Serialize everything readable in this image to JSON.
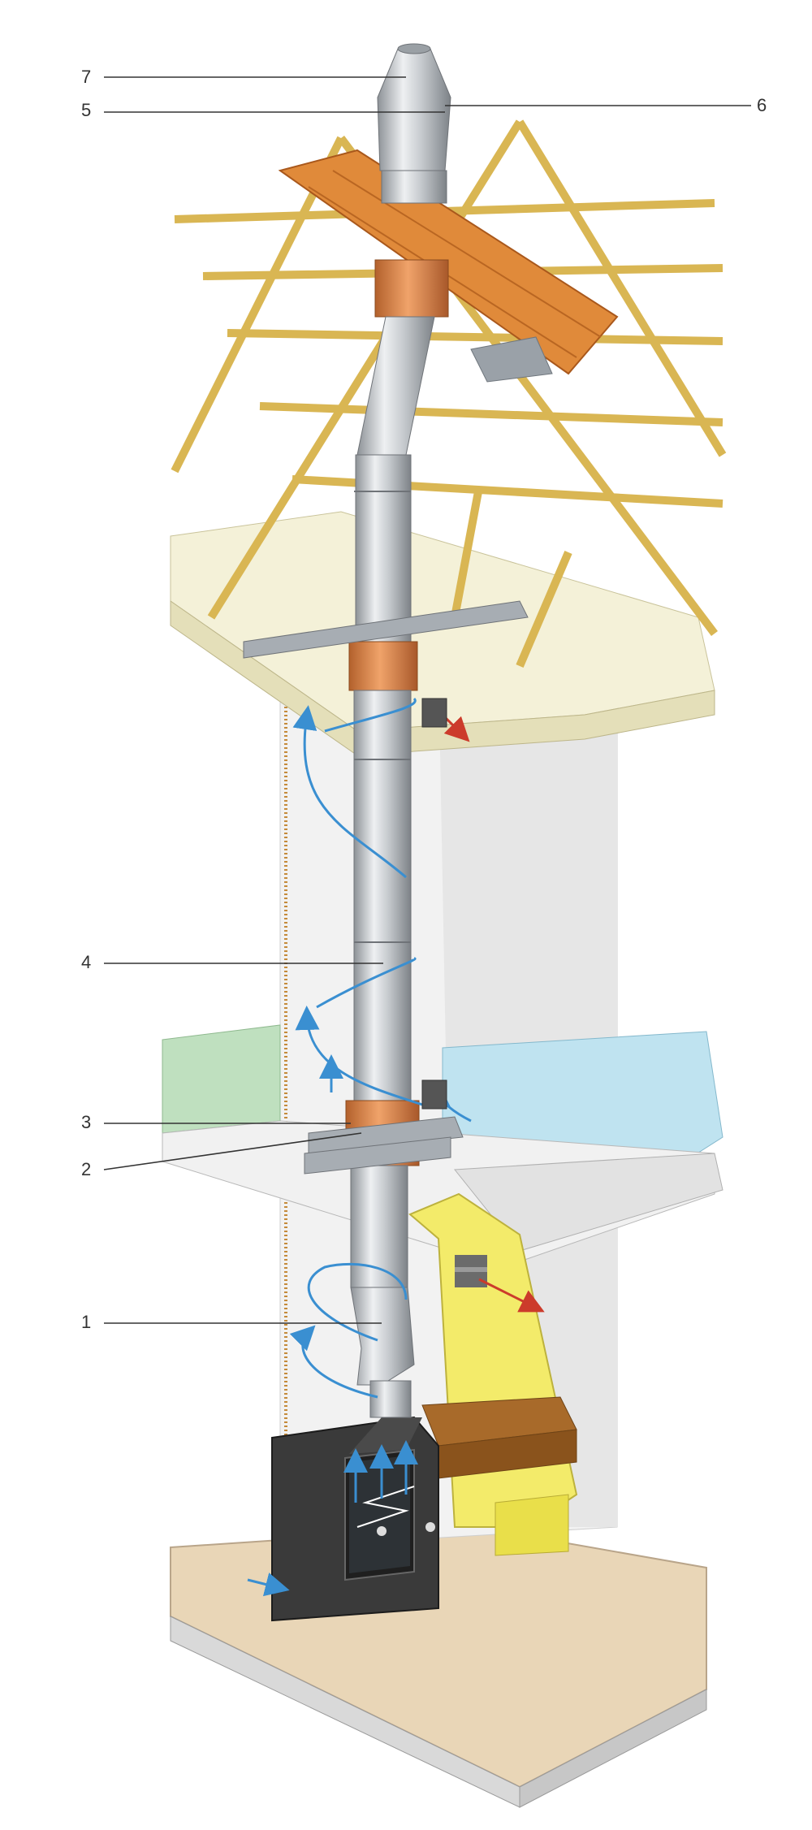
{
  "diagram": {
    "callouts": [
      {
        "id": "7",
        "label": "7"
      },
      {
        "id": "5",
        "label": "5"
      },
      {
        "id": "6",
        "label": "6"
      },
      {
        "id": "4",
        "label": "4"
      },
      {
        "id": "3",
        "label": "3"
      },
      {
        "id": "2",
        "label": "2"
      },
      {
        "id": "1",
        "label": "1"
      }
    ],
    "colors": {
      "flue_steel": "#c9ccd0",
      "roof_tiles": "#e08a3a",
      "roof_trusses": "#f3dd86",
      "insulation": "#f4f1d8",
      "chimney_breast": "#f3eb6a",
      "fire_box": "#3a3a3a",
      "mantel_wood": "#a86a2a",
      "floor": "#e9d6b7",
      "airflow_blue": "#3a8fd1",
      "airflow_red": "#cc3b2b",
      "room_green": "#bfe0bf",
      "room_blue": "#bfe3f0",
      "copper_collar": "#d98a52"
    }
  }
}
